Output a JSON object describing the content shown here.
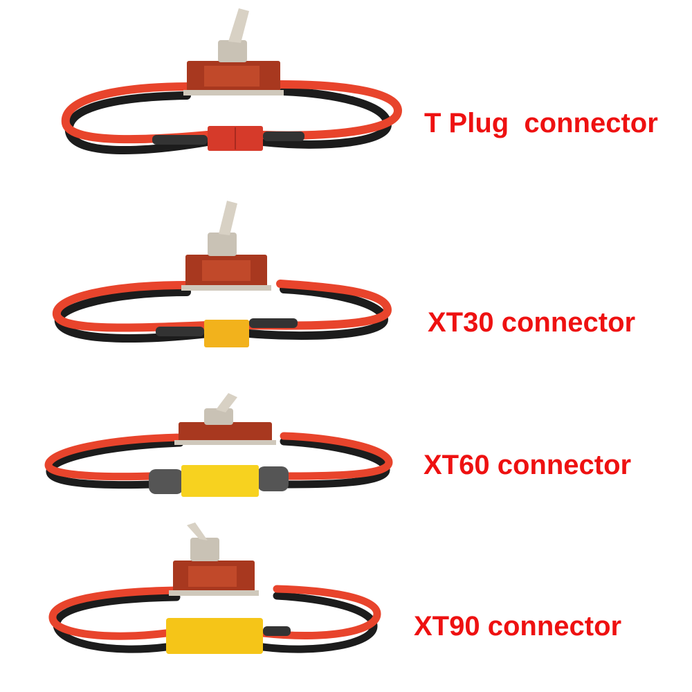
{
  "items": [
    {
      "label": "T Plug  connector",
      "connector": "T Plug",
      "connector_color": "#d63a2a"
    },
    {
      "label": "XT30 connector",
      "connector": "XT30",
      "connector_color": "#f2b21c"
    },
    {
      "label": "XT60 connector",
      "connector": "XT60",
      "connector_color": "#f7d21f"
    },
    {
      "label": "XT90 connector",
      "connector": "XT90",
      "connector_color": "#f5c518"
    }
  ],
  "colors": {
    "label": "#ee1111",
    "red_wire": "#e8442c",
    "black_wire": "#1c1c1c",
    "switch_body": "#a8381f",
    "metal": "#c9c2b5"
  }
}
